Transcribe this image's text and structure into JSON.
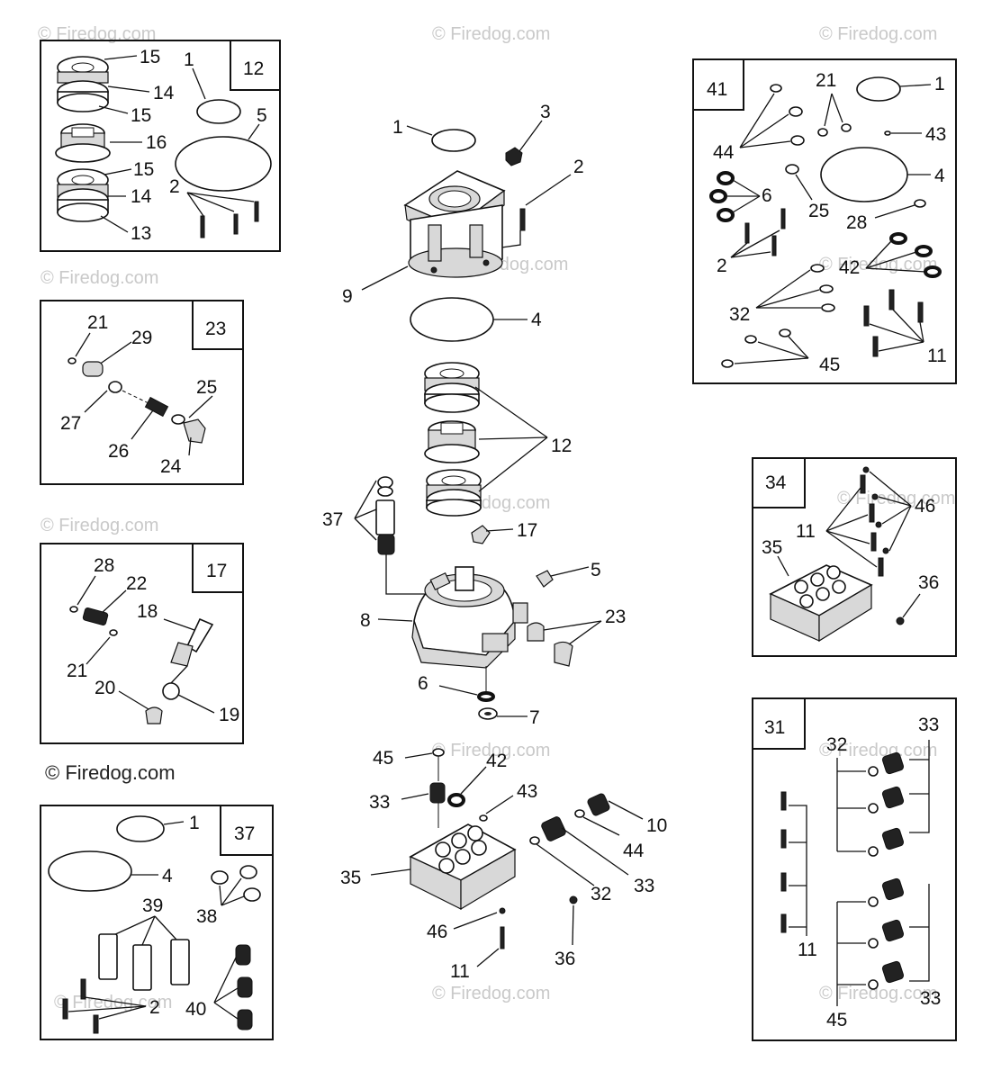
{
  "watermark": "© Firedog.com",
  "kits": {
    "k12": "12",
    "k23": "23",
    "k17": "17",
    "k37": "37",
    "k41": "41",
    "k34": "34",
    "k31": "31"
  },
  "labels": {
    "c1": "1",
    "c2": "2",
    "c3": "3",
    "c4": "4",
    "c5": "5",
    "c6": "6",
    "c7": "7",
    "c8": "8",
    "c9": "9",
    "c10": "10",
    "c11": "11",
    "c12": "12",
    "c17": "17",
    "c23": "23",
    "c32": "32",
    "c33a": "33",
    "c33b": "33",
    "c35": "35",
    "c36": "36",
    "c37": "37",
    "c42": "42",
    "c43": "43",
    "c44": "44",
    "c45": "45",
    "c46": "46",
    "b12_15a": "15",
    "b12_14a": "14",
    "b12_15b": "15",
    "b12_16": "16",
    "b12_15c": "15",
    "b12_14b": "14",
    "b12_13": "13",
    "b12_1": "1",
    "b12_5": "5",
    "b12_2": "2",
    "b23_21": "21",
    "b23_29": "29",
    "b23_25": "25",
    "b23_27": "27",
    "b23_26": "26",
    "b23_24": "24",
    "b17_28": "28",
    "b17_22": "22",
    "b17_18": "18",
    "b17_21": "21",
    "b17_20": "20",
    "b17_19": "19",
    "b37_1": "1",
    "b37_4": "4",
    "b37_39": "39",
    "b37_38": "38",
    "b37_2": "2",
    "b37_40": "40",
    "b41_21": "21",
    "b41_1": "1",
    "b41_44": "44",
    "b41_43": "43",
    "b41_6": "6",
    "b41_4": "4",
    "b41_25": "25",
    "b41_28": "28",
    "b41_2": "2",
    "b41_42": "42",
    "b41_32": "32",
    "b41_11": "11",
    "b41_45": "45",
    "b34_46": "46",
    "b34_11": "11",
    "b34_35": "35",
    "b34_36": "36",
    "b31_32": "32",
    "b31_33a": "33",
    "b31_11": "11",
    "b31_45": "45",
    "b31_33b": "33"
  }
}
